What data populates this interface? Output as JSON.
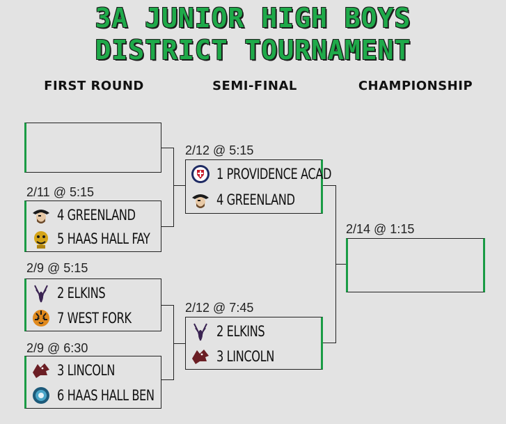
{
  "title": {
    "line1": "3A JUNIOR HIGH BOYS",
    "line2": "DISTRICT TOURNAMENT"
  },
  "columns": {
    "first_round": "FIRST ROUND",
    "semi_final": "SEMI-FINAL",
    "championship": "CHAMPIONSHIP"
  },
  "first_round": {
    "game2": {
      "time": "2/11 @ 5:15",
      "team1": "4 GREENLAND",
      "team2": "5 HAAS HALL FAY"
    },
    "game3": {
      "time": "2/9 @ 5:15",
      "team1": "2 ELKINS",
      "team2": "7 WEST FORK"
    },
    "game4": {
      "time": "2/9 @ 6:30",
      "team1": "3 LINCOLN",
      "team2": "6 HAAS HALL BEN"
    }
  },
  "semi_final": {
    "game1": {
      "time": "2/12 @ 5:15",
      "team1": "1 PROVIDENCE ACAD",
      "team2": "4 GREENLAND"
    },
    "game2": {
      "time": "2/12 @ 7:45",
      "team1": "2 ELKINS",
      "team2": "3 LINCOLN"
    }
  },
  "championship": {
    "time": "2/14 @ 1:15"
  },
  "colors": {
    "accent": "#1faa4a",
    "background": "#e3e3e3"
  },
  "icons": {
    "greenland": "pirate-icon",
    "haas_hall_fay": "mascot-icon",
    "elkins": "elk-icon",
    "west_fork": "tiger-icon",
    "lincoln": "wolf-icon",
    "haas_hall_ben": "seal-icon",
    "providence": "shield-icon"
  }
}
